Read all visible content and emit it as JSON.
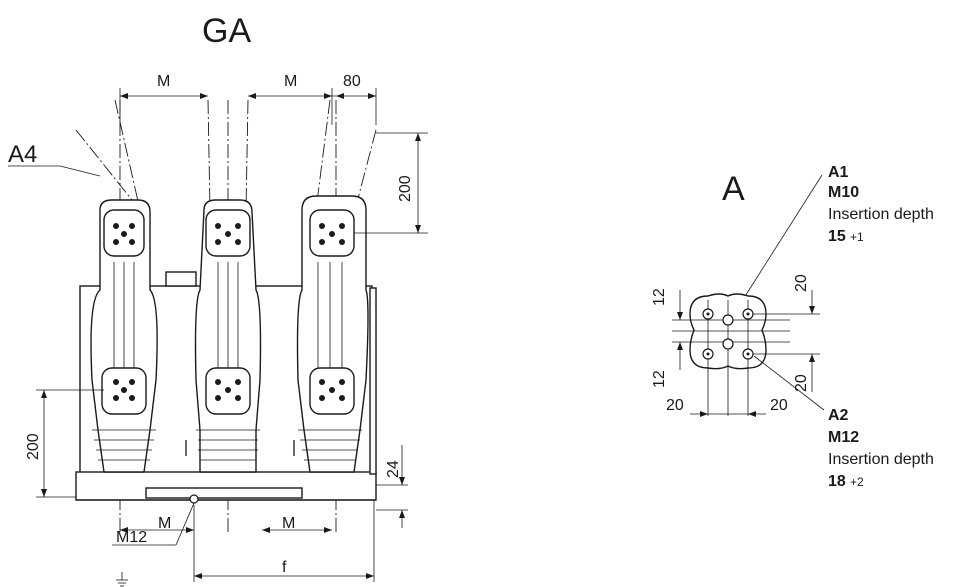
{
  "front_view": {
    "title": "GA",
    "callout_label": "A4",
    "dim_spacing": "M",
    "dim_extension": "80",
    "dim_top_height": "200",
    "dim_left_height": "200",
    "dim_base_height": "24",
    "ground_thread": "M12",
    "dim_width": "f"
  },
  "detail_view": {
    "title": "A",
    "a1": {
      "name": "A1",
      "thread": "M10",
      "note": "Insertion depth",
      "depth": "15",
      "tolerance": "+1"
    },
    "a2": {
      "name": "A2",
      "thread": "M12",
      "note": "Insertion depth",
      "depth": "18",
      "tolerance": "+2"
    },
    "dim_left_top": "12",
    "dim_left_bottom": "12",
    "dim_right_top": "20",
    "dim_right_bottom": "20",
    "dim_bottom_left": "20",
    "dim_bottom_right": "20"
  }
}
